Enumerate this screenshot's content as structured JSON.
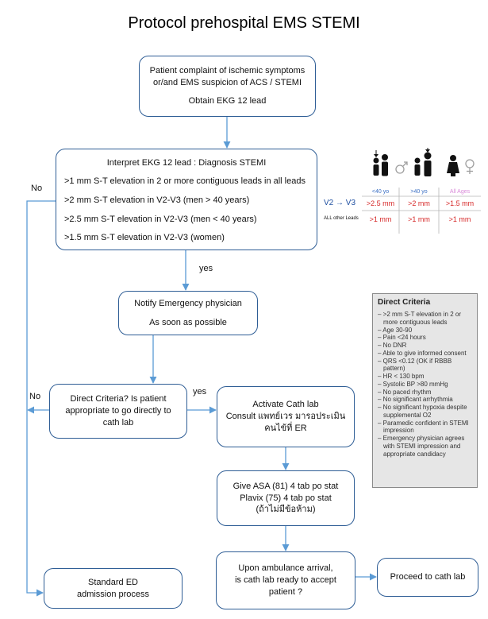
{
  "title": "Protocol prehospital EMS STEMI",
  "nodes": {
    "complaint": {
      "line1": "Patient complaint of ischemic symptoms",
      "line2": "or/and EMS suspicion of ACS / STEMI",
      "line3": "Obtain EKG 12 lead"
    },
    "interpret": {
      "heading": "Interpret EKG 12 lead : Diagnosis STEMI",
      "criteria": [
        ">1 mm S-T elevation in 2 or more contiguous leads in all leads",
        ">2 mm S-T elevation in V2-V3  (men > 40 years)",
        ">2.5 mm S-T elevation in V2-V3  (men < 40 years)",
        ">1.5 mm  S-T elevation in V2-V3  (women)"
      ]
    },
    "notify": {
      "line1": "Notify Emergency physician",
      "line2": "As soon as possible"
    },
    "direct": {
      "line1": "Direct Criteria? Is patient",
      "line2": "appropriate to go directly to",
      "line3": "cath lab"
    },
    "cathlab": {
      "line1": "Activate Cath lab",
      "line2": "Consult แพทย์เวร มารอประเมิน",
      "line3": "คนไข้ที่ ER"
    },
    "give": {
      "line1": "Give ASA (81) 4 tab po stat",
      "line2": "Plavix (75) 4 tab po stat",
      "line3": "(ถ้าไม่มีข้อห้าม)"
    },
    "arrival": {
      "line1": "Upon ambulance arrival,",
      "line2": "is cath lab ready to accept",
      "line3": "patient ?"
    },
    "proceed": {
      "line1": "Proceed to cath lab"
    },
    "standard": {
      "line1": "Standard ED",
      "line2": "admission process"
    }
  },
  "edge_labels": {
    "no1": "No",
    "yes1": "yes",
    "no2": "No",
    "yes2": "yes"
  },
  "infographic": {
    "groups": [
      "<40 yo",
      ">40 yo",
      "All Ages"
    ],
    "row1_label": "V2 → V3",
    "row1_values": [
      ">2.5 mm",
      ">2 mm",
      ">1.5 mm"
    ],
    "row2_label": "ALL other Leads",
    "row2_values": [
      ">1 mm",
      ">1 mm",
      ">1 mm"
    ],
    "colors": {
      "red": "#d62828",
      "blue": "#1f4fa0",
      "group_label": "#3b6fc4",
      "all_ages": "#d98ad9",
      "symbol": "#9e9e9e"
    }
  },
  "direct_criteria": {
    "heading": "Direct Criteria",
    "items": [
      ">2 mm S-T elevation in 2 or more contiguous leads",
      "Age 30-90",
      "Pain <24 hours",
      "No DNR",
      "Able to give informed consent",
      "QRS <0.12 (OK if RBBB pattern)",
      "HR < 130 bpm",
      "Systolic BP >80 mmHg",
      "No paced rhythm",
      "No significant arrhythmia",
      "No significant hypoxia despite supplemental O2",
      "Paramedic confident in STEMI impression",
      "Emergency physician agrees with STEMI impression and appropriate candidacy"
    ]
  },
  "colors": {
    "box_border": "#2e5d95",
    "arrow": "#5b9bd5",
    "panel_bg": "#e6e6e6"
  }
}
